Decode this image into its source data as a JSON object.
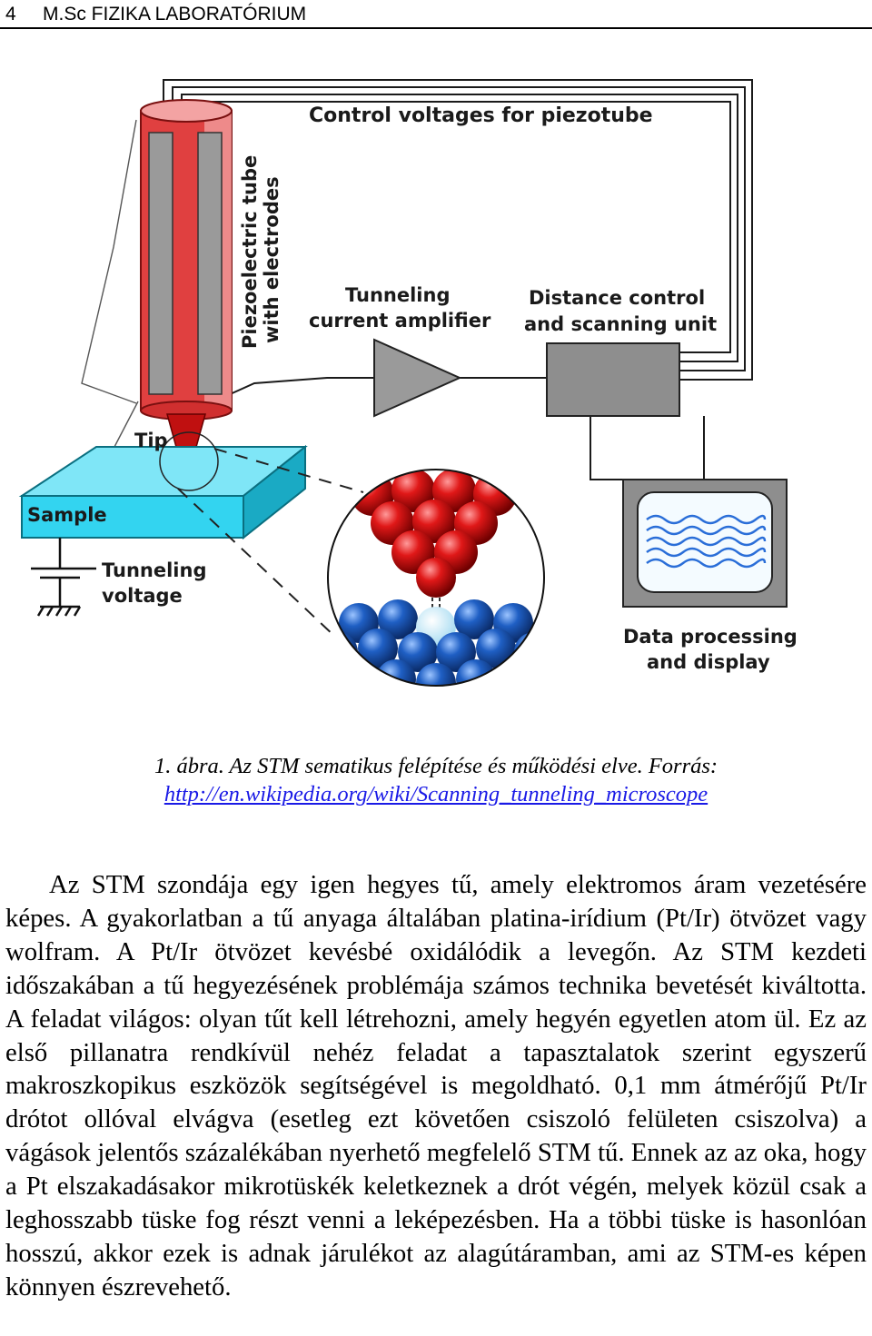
{
  "header": {
    "page_number": "4",
    "title": "M.Sc FIZIKA LABORATÓRIUM"
  },
  "figure": {
    "label_control": "Control voltages for piezotube",
    "label_piezo_1": "Piezoelectric tube",
    "label_piezo_2": "with electrodes",
    "label_amp_1": "Tunneling",
    "label_amp_2": "current amplifier",
    "label_dist_1": "Distance control",
    "label_dist_2": "and scanning unit",
    "label_tip": "Tip",
    "label_sample": "Sample",
    "label_voltage_1": "Tunneling",
    "label_voltage_2": "voltage",
    "label_data_1": "Data processing",
    "label_data_2": "and display",
    "colors": {
      "tube": "#e04040",
      "tube_light": "#f3a3a3",
      "electrode": "#9a9a9a",
      "sample": "#33d4f0",
      "box_gray": "#8e8e8e",
      "atom_red": "#d01515",
      "atom_blue": "#1f5fc4",
      "screen_wave": "#2a6ed8"
    }
  },
  "caption": {
    "text": "1. ábra. Az STM sematikus felépítése és működési elve. Forrás:",
    "link": "http://en.wikipedia.org/wiki/Scanning_tunneling_microscope"
  },
  "body": {
    "paragraph": "Az STM szondája egy igen hegyes tű, amely elektromos áram vezetésére képes. A gyakorlatban a tű anyaga általában platina-irídium (Pt/Ir) ötvözet vagy wolfram. A Pt/Ir ötvözet kevésbé oxidálódik a levegőn. Az STM kezdeti időszakában a tű hegyezésének problémája számos technika bevetését kiváltotta. A feladat világos: olyan tűt kell létrehozni, amely hegyén egyetlen atom ül. Ez az első pillanatra rendkívül nehéz feladat a tapasztalatok szerint egyszerű makroszkopikus eszközök segítségével is megoldható. 0,1 mm átmérőjű Pt/Ir drótot ollóval elvágva (esetleg ezt követően csiszoló felületen csiszolva) a vágások jelentős százalékában nyerhető megfelelő STM tű. Ennek az az oka, hogy a Pt elszakadásakor mikrotüskék keletkeznek a drót végén, melyek közül csak a leghosszabb tüske fog részt venni a leképezésben. Ha a többi tüske is hasonlóan hosszú, akkor ezek is adnak járulékot az alagútáramban, ami az STM-es képen könnyen észrevehető."
  }
}
